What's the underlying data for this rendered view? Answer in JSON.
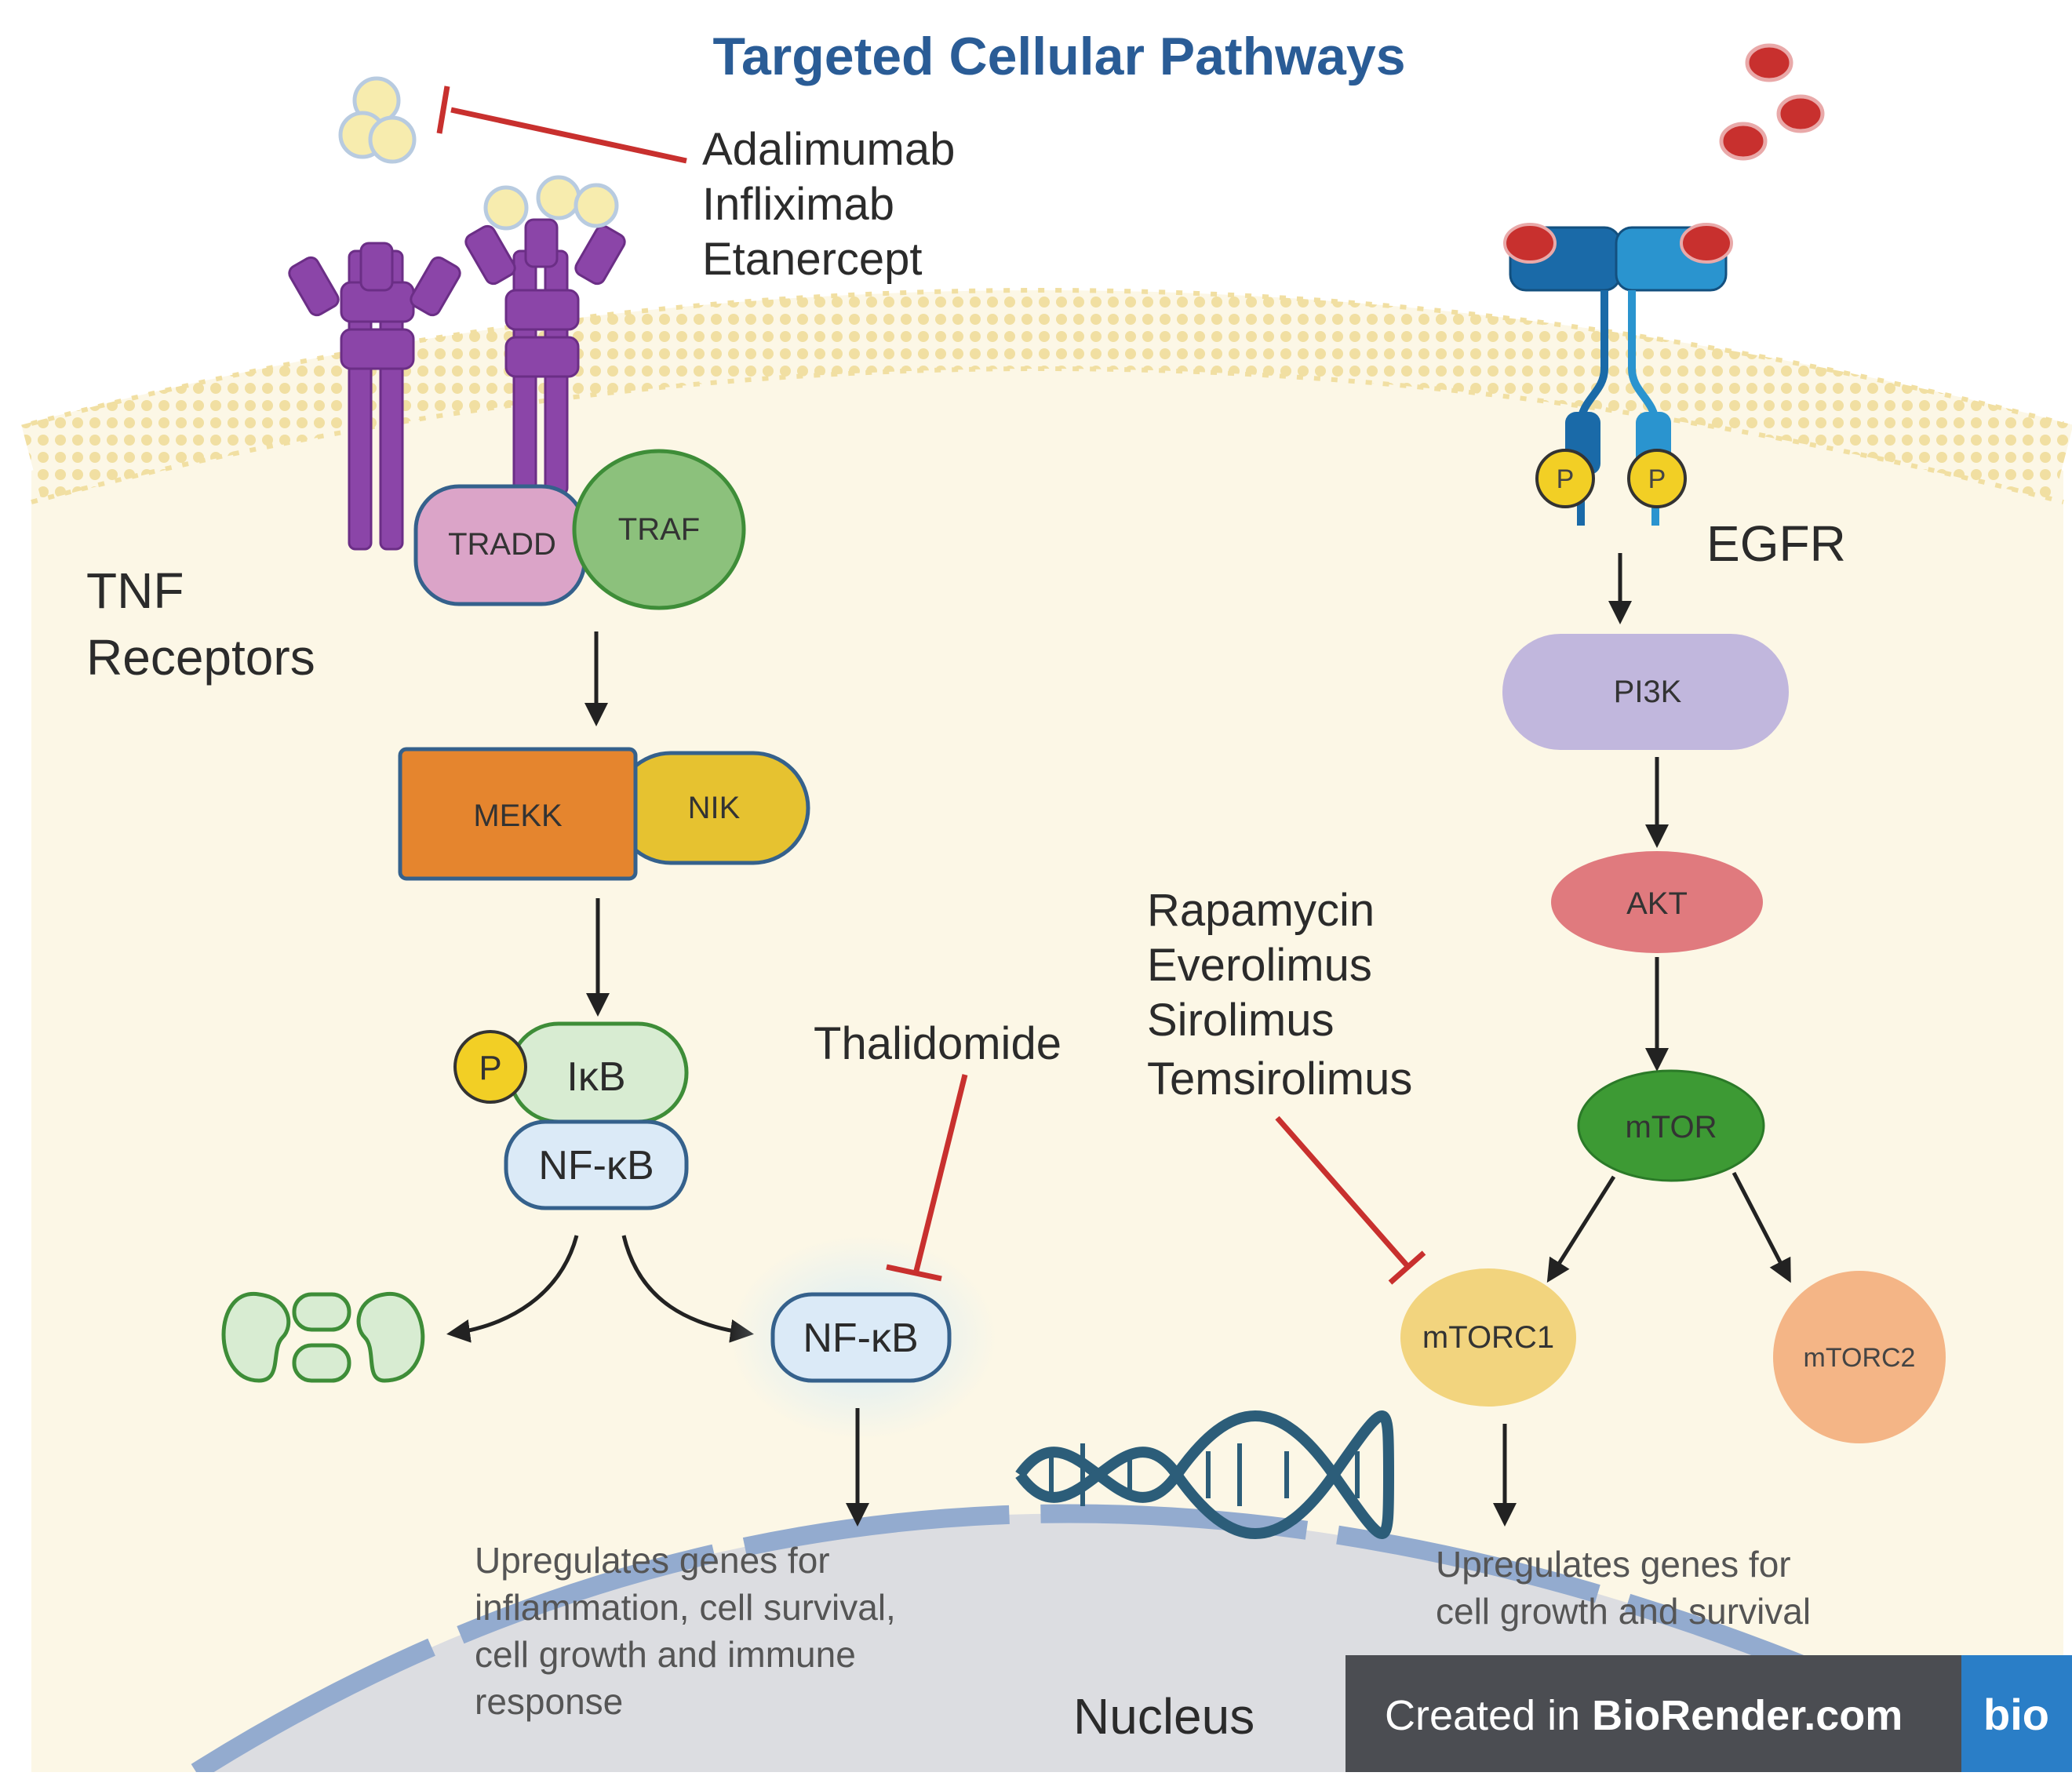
{
  "title": "Targeted Cellular Pathways",
  "tnf": {
    "drugs": [
      "Adalimumab",
      "Infliximab",
      "Etanercept"
    ],
    "receptor_label_line1": "TNF",
    "receptor_label_line2": "Receptors",
    "tradd": "TRADD",
    "traf": "TRAF",
    "mekk": "MEKK",
    "nik": "NIK",
    "p_marker": "P",
    "ikb": "IκB",
    "nfkb": "NF-κB",
    "nfkb_free": "NF-κB",
    "thalidomide": "Thalidomide",
    "nucleus_text": [
      "Upregulates genes for",
      "inflammation, cell survival,",
      "cell growth and immune",
      "response"
    ]
  },
  "egfr": {
    "label": "EGFR",
    "p_marker": "P",
    "pi3k": "PI3K",
    "akt": "AKT",
    "mtor": "mTOR",
    "mtorc1": "mTORC1",
    "mtorc2": "mTORC2",
    "drugs": [
      "Rapamycin",
      "Everolimus",
      "Sirolimus",
      "Temsirolimus"
    ],
    "nucleus_text": [
      "Upregulates genes for",
      "cell growth and survival"
    ]
  },
  "nucleus_label": "Nucleus",
  "branding": {
    "prefix": "Created in ",
    "name": "BioRender.com",
    "logo": "bio"
  },
  "colors": {
    "cytoplasm": "#fcf7e6",
    "membrane": "#f1dfa2",
    "nucleus": "#dcdde1",
    "inhibitor": "#c8302e",
    "tnf_receptor": "#8b45a8",
    "egfr_receptor": "#1a6aa8",
    "ligand_egf": "#c8302e",
    "ligand_tnf": "#f7ecae"
  }
}
